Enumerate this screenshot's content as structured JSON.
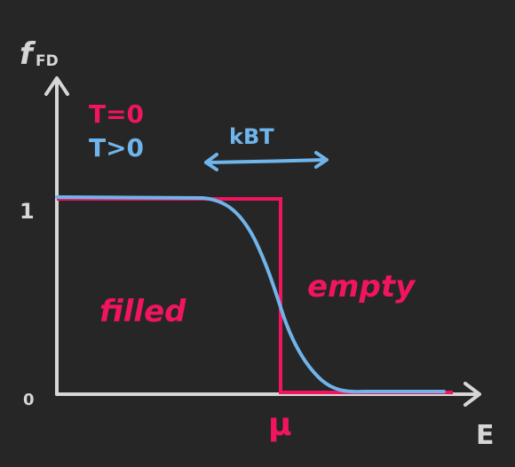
{
  "labels": {
    "y_axis": "f",
    "y_axis_subscript": "FD",
    "x_axis": "E",
    "y_tick_one": "1",
    "y_tick_zero": "0",
    "mu": "μ",
    "legend_t0": "T=0",
    "legend_tpos": "T>0",
    "kbt": "kBT",
    "filled": "filled",
    "empty": "empty"
  },
  "colors": {
    "background": "#262626",
    "axis": "#d6d6d6",
    "t0_curve": "#f0155e",
    "tpos_curve": "#6fb4ea"
  },
  "chart_data": {
    "type": "line",
    "xlabel": "E",
    "ylabel": "fFD",
    "series": [
      {
        "name": "T=0",
        "x": [
          0,
          1,
          1,
          1.9
        ],
        "y": [
          1,
          1,
          0,
          0
        ]
      },
      {
        "name": "T>0",
        "x": [
          0,
          0.65,
          0.9,
          1.0,
          1.1,
          1.35,
          1.9
        ],
        "y": [
          1,
          0.99,
          0.8,
          0.5,
          0.2,
          0.01,
          0
        ]
      }
    ]
  }
}
